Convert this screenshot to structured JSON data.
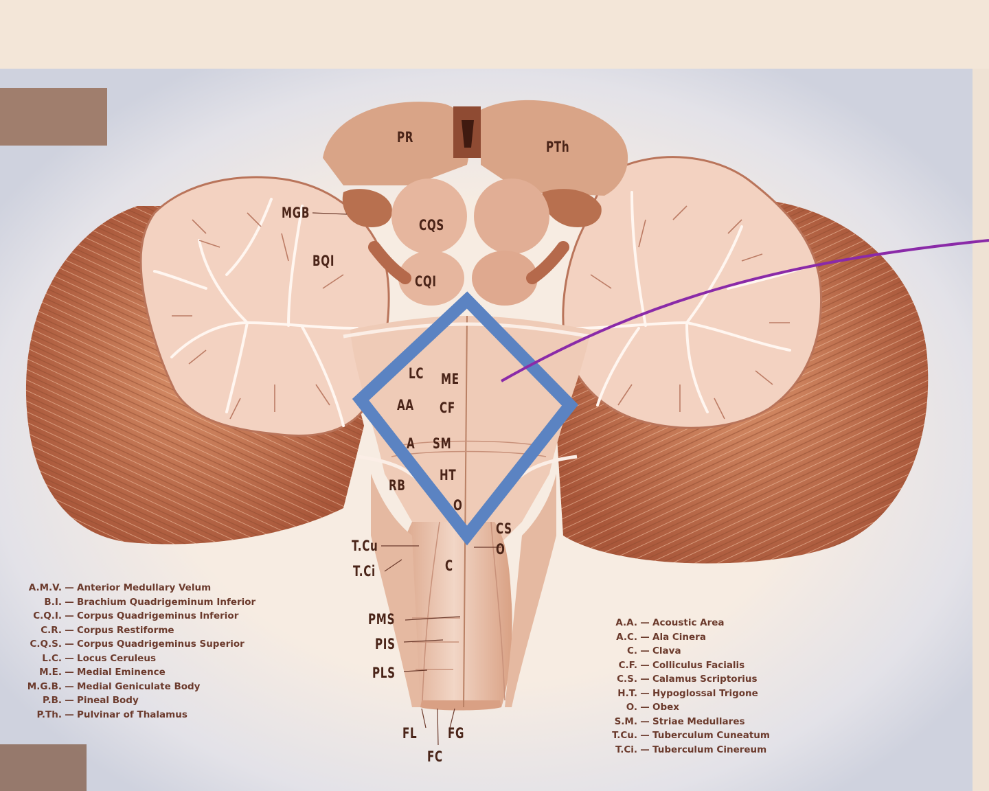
{
  "structure_labels": {
    "pr": "PR",
    "pth": "PTh",
    "mgb": "MGB",
    "bqi": "BQI",
    "cqs": "CQS",
    "cqi": "CQI",
    "lc": "LC",
    "me": "ME",
    "aa": "AA",
    "cf": "CF",
    "a": "A",
    "sm": "SM",
    "ht": "HT",
    "rb": "RB",
    "o": "O",
    "cs": "CS",
    "o2": "O",
    "tcu": "T.Cu",
    "tci": "T.Ci",
    "c": "C",
    "pms": "PMS",
    "pis": "PIS",
    "pls": "PLS",
    "fl": "FL",
    "fg": "FG",
    "fc": "FC"
  },
  "legend_left": [
    {
      "abbr": "A.M.V.",
      "text": "Anterior Medullary Velum"
    },
    {
      "abbr": "B.I.",
      "text": "Brachium Quadrigeminum Inferior"
    },
    {
      "abbr": "C.Q.I.",
      "text": "Corpus Quadrigeminus Inferior"
    },
    {
      "abbr": "C.R.",
      "text": "Corpus Restiforme"
    },
    {
      "abbr": "C.Q.S.",
      "text": "Corpus Quadrigeminus Superior"
    },
    {
      "abbr": "L.C.",
      "text": "Locus Ceruleus"
    },
    {
      "abbr": "M.E.",
      "text": "Medial Eminence"
    },
    {
      "abbr": "M.G.B.",
      "text": "Medial Geniculate Body"
    },
    {
      "abbr": "P.B.",
      "text": "Pineal Body"
    },
    {
      "abbr": "P.Th.",
      "text": "Pulvinar of Thalamus"
    }
  ],
  "legend_right": [
    {
      "abbr": "A.A.",
      "text": "Acoustic Area"
    },
    {
      "abbr": "A.C.",
      "text": "Ala Cinera"
    },
    {
      "abbr": "C.",
      "text": "Clava"
    },
    {
      "abbr": "C.F.",
      "text": "Colliculus Facialis"
    },
    {
      "abbr": "C.S.",
      "text": "Calamus Scriptorius"
    },
    {
      "abbr": "H.T.",
      "text": "Hypoglossal Trigone"
    },
    {
      "abbr": "O.",
      "text": "Obex"
    },
    {
      "abbr": "S.M.",
      "text": "Striae Medullares"
    },
    {
      "abbr": "T.Cu.",
      "text": "Tuberculum Cuneatum"
    },
    {
      "abbr": "T.Ci.",
      "text": "Tuberculum Cinereum"
    }
  ],
  "legend_separator": "—",
  "colors": {
    "background": "#f3e6d8",
    "vignette": "#d6d8e2",
    "cerebellum_outer": "#c47a52",
    "cerebellum_section": "#f4d3c3",
    "brainstem": "#edc8b4",
    "diamond_outline": "#5b83c2",
    "pointer_line": "#8a2aa8",
    "label_text": "#4a2418"
  },
  "highlight": {
    "shape": "diamond",
    "target": "floor of fourth ventricle (rhomboid fossa)"
  }
}
